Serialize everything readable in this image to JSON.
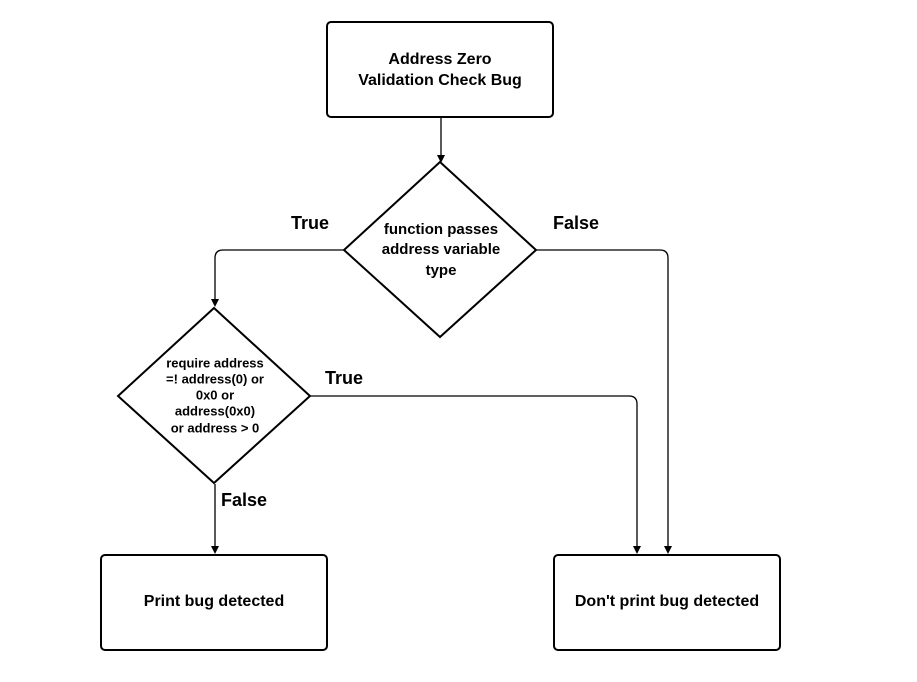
{
  "diagram": {
    "start_box": {
      "line1": "Address Zero",
      "line2": "Validation Check Bug"
    },
    "decision_1": {
      "line1": "function passes",
      "line2": "address variable",
      "line3": "type"
    },
    "decision_2": {
      "line1": "require address",
      "line2": "=! address(0) or",
      "line3": "0x0 or",
      "line4": "address(0x0)",
      "line5": "or address > 0"
    },
    "result_left": {
      "label": "Print bug detected"
    },
    "result_right": {
      "label": "Don't print bug detected"
    },
    "edge_labels": {
      "d1_true": "True",
      "d1_false": "False",
      "d2_true": "True",
      "d2_false": "False"
    }
  }
}
